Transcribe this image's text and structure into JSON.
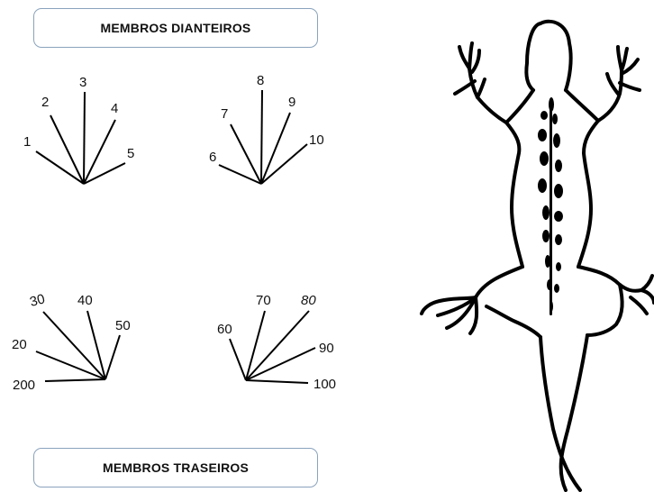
{
  "front_label": "MEMBROS DIANTEIROS",
  "hind_label": "MEMBROS TRASEIROS",
  "fans": {
    "front_left": [
      "1",
      "2",
      "3",
      "4",
      "5"
    ],
    "front_right": [
      "6",
      "7",
      "8",
      "9",
      "10"
    ],
    "hind_left": [
      "200",
      "20",
      "30",
      "40",
      "50"
    ],
    "hind_right": [
      "60",
      "70",
      "80",
      "90",
      "100"
    ]
  },
  "ink_color": "#000000",
  "box_border_color": "#8aa3bd"
}
